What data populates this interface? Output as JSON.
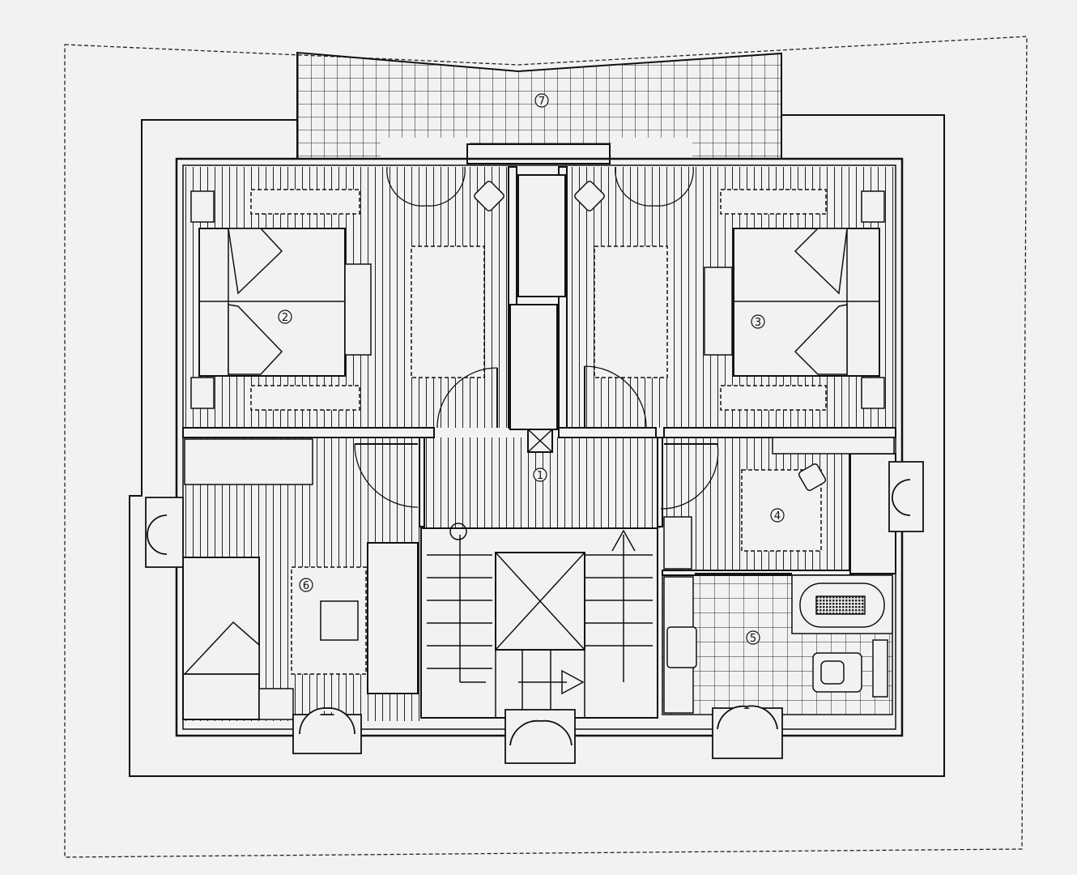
{
  "plan": {
    "paper_color": "#f1f3f1",
    "line_color": "#111111",
    "rooms": [
      {
        "id": "landing",
        "label": "1"
      },
      {
        "id": "bedroom-left",
        "label": "2"
      },
      {
        "id": "bedroom-right",
        "label": "3"
      },
      {
        "id": "study",
        "label": "4"
      },
      {
        "id": "bathroom",
        "label": "5"
      },
      {
        "id": "guest-room",
        "label": "6"
      },
      {
        "id": "terrace",
        "label": "7"
      }
    ]
  }
}
